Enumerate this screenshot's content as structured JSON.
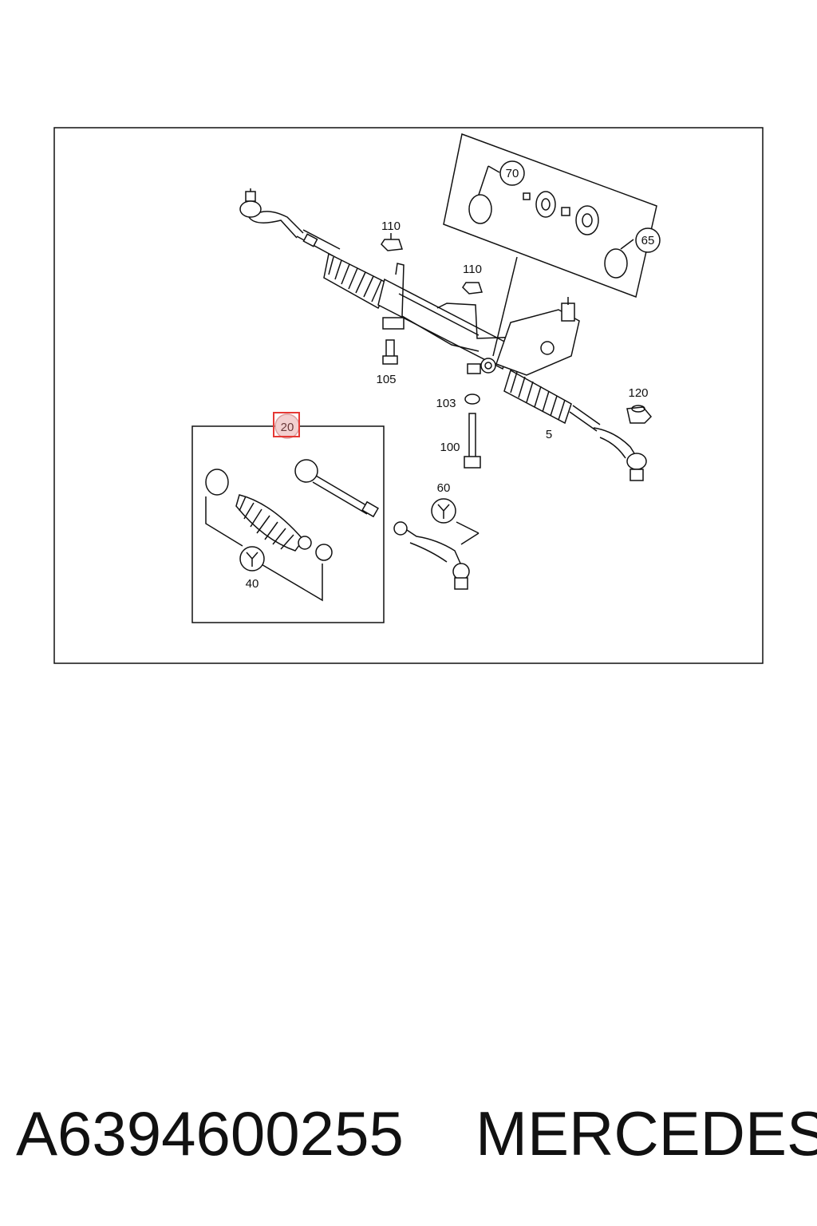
{
  "diagram": {
    "callouts": [
      "110",
      "110",
      "105",
      "103",
      "100",
      "5",
      "120",
      "70",
      "65",
      "20",
      "60",
      "40"
    ],
    "highlighted_callout": "20",
    "highlight_color": "#e53935"
  },
  "caption": {
    "part_number": "A6394600255",
    "brand": "MERCEDES"
  }
}
